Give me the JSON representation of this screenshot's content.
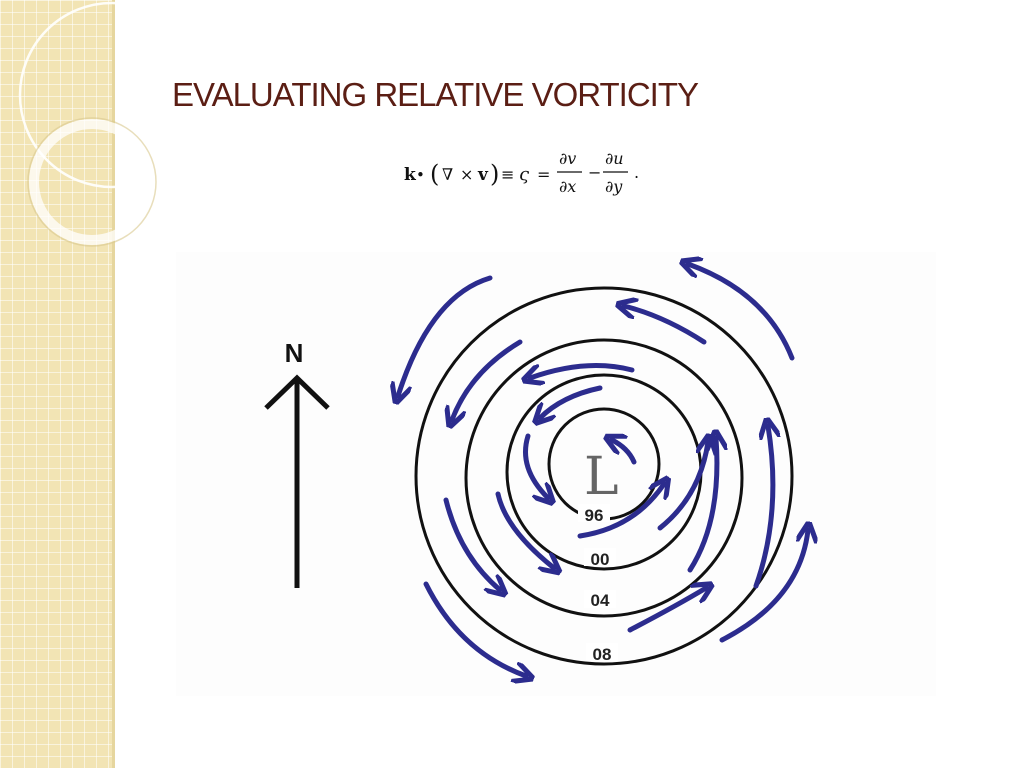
{
  "slide": {
    "title": "EVALUATING RELATIVE VORTICITY"
  },
  "formula": {
    "k": "k",
    "dot": "•",
    "open_paren": "(",
    "nabla": "∇",
    "times": "×",
    "v_vec": "v",
    "close_paren": ")",
    "equiv": "≡",
    "zeta": "ς",
    "equals": "=",
    "d1_num": "∂v",
    "d1_den": "∂x",
    "minus": "−",
    "d2_num": "∂u",
    "d2_den": "∂y",
    "period": "."
  },
  "diagram": {
    "north_label": "N",
    "center_label": "L",
    "isobar_labels": [
      "96",
      "00",
      "04",
      "08"
    ],
    "colors": {
      "isobar": "#111111",
      "arrow": "#2c2c8e",
      "title": "#5b1e14",
      "panel": "#f2e4b4"
    }
  }
}
